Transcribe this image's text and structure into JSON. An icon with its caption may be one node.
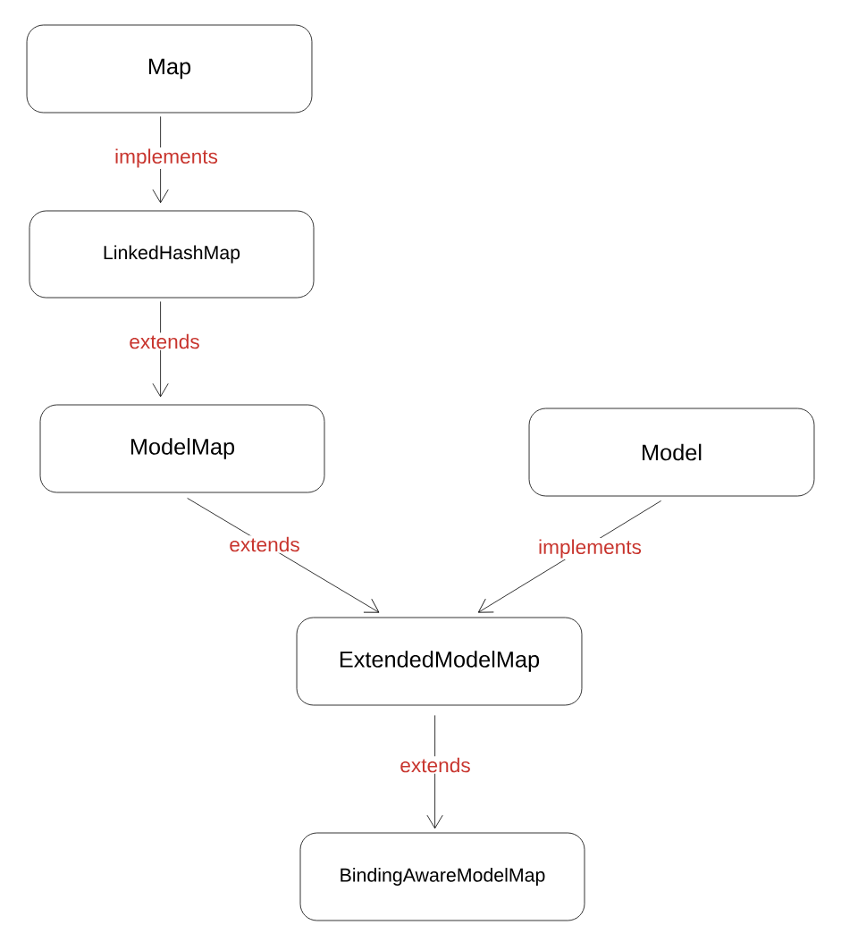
{
  "diagram": {
    "nodes": [
      {
        "text": [
          "Map"
        ]
      },
      {
        "text": [
          "LinkedHashMap"
        ]
      },
      {
        "text": [
          "ModelMap"
        ]
      },
      {
        "text": [
          "Model"
        ]
      },
      {
        "text": [
          "ExtendedModelMap"
        ]
      },
      {
        "text": [
          "BindingAwareModelMap"
        ]
      }
    ],
    "edges": [
      {
        "from": 0,
        "to": 1,
        "arrow": "to",
        "label": "implements"
      },
      {
        "from": 1,
        "to": 2,
        "arrow": "to",
        "label": "extends"
      },
      {
        "from": 2,
        "to": 4,
        "arrow": "to",
        "label": "extends"
      },
      {
        "from": 3,
        "to": 4,
        "arrow": "to",
        "label": "implements"
      },
      {
        "from": 4,
        "to": 5,
        "arrow": "to",
        "label": "extends"
      }
    ]
  }
}
